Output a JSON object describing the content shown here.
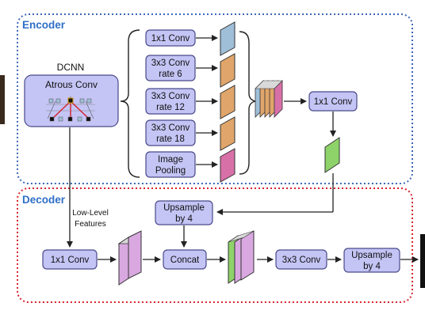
{
  "encoder": {
    "title": "Encoder",
    "border_color": "#3b66b7"
  },
  "decoder": {
    "title": "Decoder",
    "border_color": "#d6222a"
  },
  "dcnn": {
    "title": "DCNN",
    "atrous_label": "Atrous Conv"
  },
  "aspp": {
    "conv1x1": "1x1 Conv",
    "conv3x3_r6": [
      "3x3 Conv",
      "rate 6"
    ],
    "conv3x3_r12": [
      "3x3 Conv",
      "rate 12"
    ],
    "conv3x3_r18": [
      "3x3 Conv",
      "rate 18"
    ],
    "pooling": [
      "Image",
      "Pooling"
    ]
  },
  "encoder_out_conv": "1x1 Conv",
  "upsample_mid": [
    "Upsample",
    "by 4"
  ],
  "low_level": [
    "Low-Level",
    "Features"
  ],
  "decoder_conv1x1": "1x1 Conv",
  "concat": "Concat",
  "decoder_conv3x3": "3x3 Conv",
  "upsample_out": [
    "Upsample",
    "by 4"
  ],
  "colors": {
    "box_fill": "#c4c4f5",
    "box_stroke": "#4a4a8a",
    "feature_blue": "#9fbfd8",
    "feature_orange": "#e0a56a",
    "feature_pink": "#d870a8",
    "feature_green": "#8ed36a",
    "feature_lilac": "#d9a8e0"
  }
}
